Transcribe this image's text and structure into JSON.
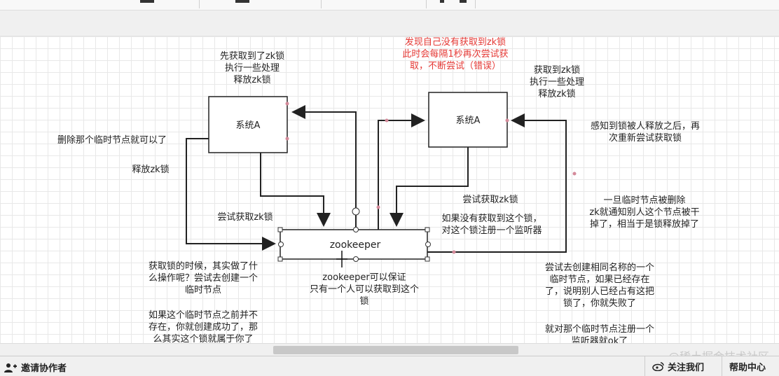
{
  "diagram": {
    "box_left": "系统A",
    "box_right": "系统A",
    "box_center": "zookeeper",
    "label_top_left": "先获取到了zk锁\n执行一些处理\n释放zk锁",
    "label_red": "发现自己没有获取到zk锁\n此时会每隔1秒再次尝试获\n取，不断尝试（错误）",
    "label_top_right": "获取到zk锁\n执行一些处理\n释放zk锁",
    "label_delete": "删除那个临时节点就可以了",
    "label_release": "释放zk锁",
    "label_try_left": "尝试获取zk锁",
    "label_try_right": "尝试获取zk锁",
    "label_notice": "感知到锁被人释放之后，再\n次重新尝试获取锁",
    "label_if_not": "如果没有获取到这个锁，\n对这个锁注册一个监听器",
    "label_node_deleted": "一旦临时节点被删除\nzk就通知别人这个节点被干\n掉了，相当于是锁释放掉了",
    "label_guarantee": "zookeeper可以保证\n只有一个人可以获取到这个\n锁",
    "label_create": "获取锁的时候，其实做了什\n么操作呢？尝试去创建一个\n临时节点",
    "label_if_exists_not": "如果这个临时节点之前并不\n存在，你就创建成功了，那\n么其实这个锁就属于你了",
    "label_try_same": "尝试去创建相同名称的一个\n临时节点，如果已经存在\n了，说明别人已经占有这把\n锁了，你就失败了",
    "label_register": "就对那个临时节点注册一个\n监听器就ok了"
  },
  "footer": {
    "invite": "邀请协作者",
    "follow": "关注我们",
    "help": "帮助中心",
    "watermark": "@稀土掘金技术社区"
  },
  "icons": [
    "add-user-icon",
    "weibo-icon"
  ]
}
